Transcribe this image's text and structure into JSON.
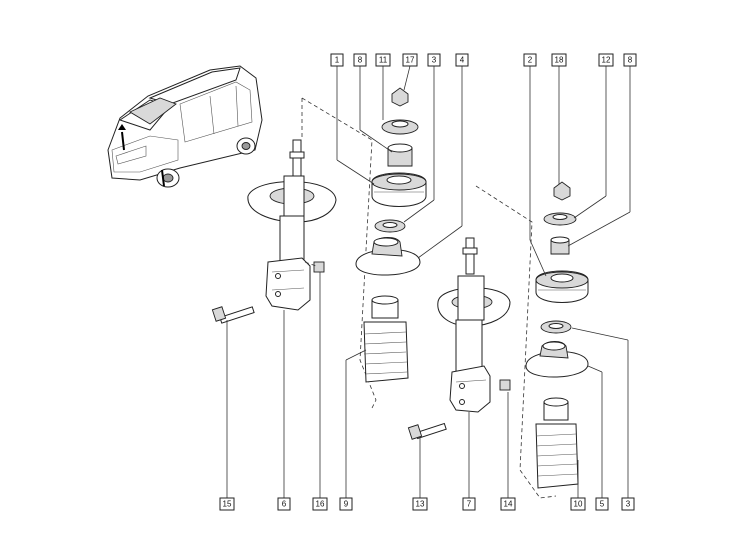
{
  "callouts": {
    "c1": "1",
    "c8a": "8",
    "c11": "11",
    "c17": "17",
    "c3a": "3",
    "c4": "4",
    "c2": "2",
    "c18": "18",
    "c12": "12",
    "c8b": "8",
    "c15": "15",
    "c6": "6",
    "c16": "16",
    "c9": "9",
    "c13": "13",
    "c7": "7",
    "c14": "14",
    "c10": "10",
    "c5": "5",
    "c3b": "3"
  }
}
